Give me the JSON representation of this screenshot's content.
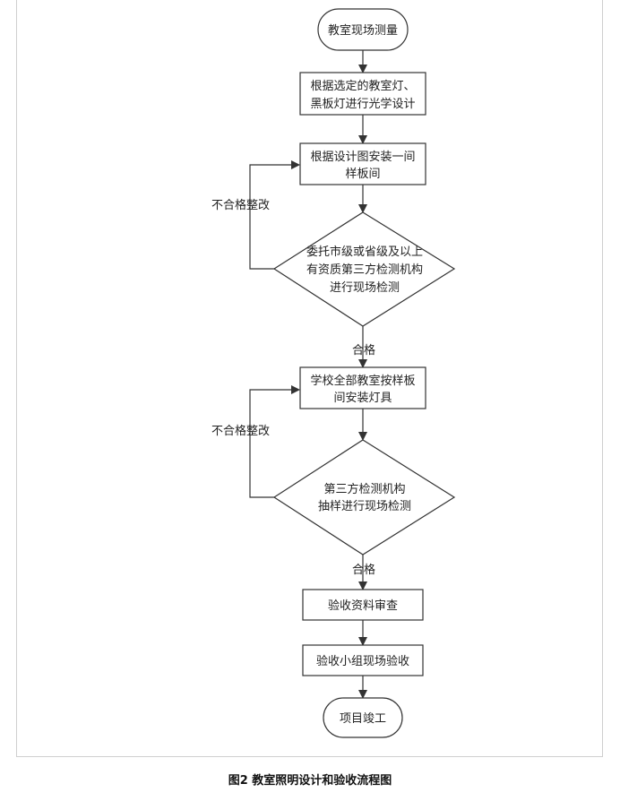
{
  "nodes": {
    "start": "教室现场测量",
    "design_line1": "根据选定的教室灯、",
    "design_line2": "黑板灯进行光学设计",
    "sample_line1": "根据设计图安装一间",
    "sample_line2": "样板间",
    "check1_line1": "委托市级或省级及以上",
    "check1_line2": "有资质第三方检测机构",
    "check1_line3": "进行现场检测",
    "install_line1": "学校全部教室按样板",
    "install_line2": "间安装灯具",
    "check2_line1": "第三方检测机构",
    "check2_line2": "抽样进行现场检测",
    "review": "验收资料审查",
    "accept": "验收小组现场验收",
    "end": "项目竣工"
  },
  "labels": {
    "fail1": "不合格整改",
    "pass1": "合格",
    "fail2": "不合格整改",
    "pass2": "合格"
  },
  "caption": "图2   教室照明设计和验收流程图"
}
